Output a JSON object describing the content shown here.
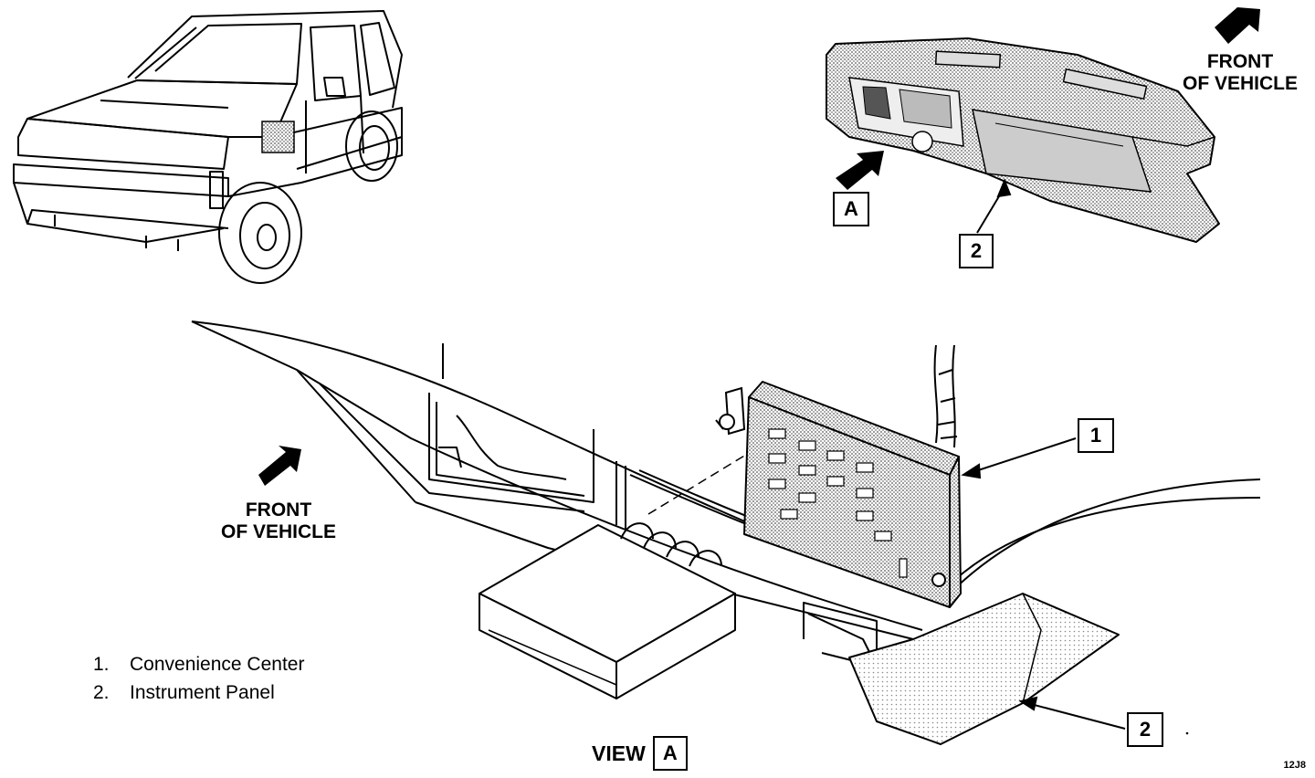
{
  "labels": {
    "front_top_line1": "FRONT",
    "front_top_line2": "OF VEHICLE",
    "front_mid_line1": "FRONT",
    "front_mid_line2": "OF VEHICLE"
  },
  "callouts": {
    "a_top": "A",
    "two_top": "2",
    "one_main": "1",
    "two_main": "2",
    "view_letter": "A"
  },
  "view": {
    "prefix": "VIEW"
  },
  "legend": [
    {
      "num": "1.",
      "text": "Convenience Center"
    },
    {
      "num": "2.",
      "text": "Instrument Panel"
    }
  ],
  "figure_code": "12J8"
}
